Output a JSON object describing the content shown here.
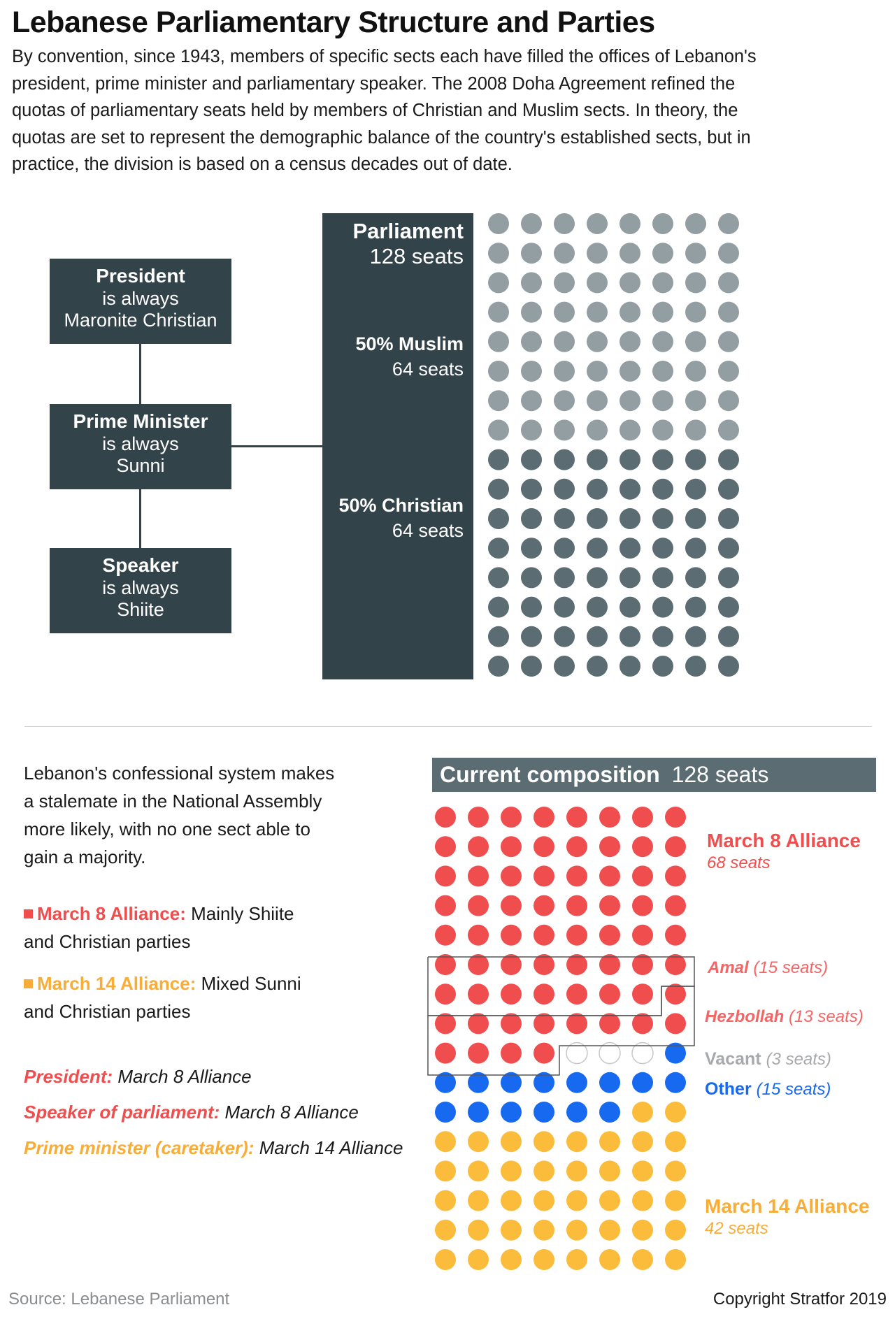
{
  "title": "Lebanese Parliamentary Structure and Parties",
  "intro_lines": [
    "By convention, since 1943, members of specific sects each have filled the offices of Lebanon's",
    "president, prime minister and parliamentary speaker. The 2008 Doha Agreement refined the",
    "quotas of parliamentary seats held by members of Christian and Muslim sects. In theory, the",
    "quotas are set to represent the demographic balance of the country's established sects, but in",
    "practice, the division is based on a census decades out of date."
  ],
  "offices": [
    {
      "title": "President",
      "line1": "is always",
      "line2": "Maronite Christian"
    },
    {
      "title": "Prime Minister",
      "line1": "is always",
      "line2": "Sunni"
    },
    {
      "title": "Speaker",
      "line1": "is always",
      "line2": "Shiite"
    }
  ],
  "parliament": {
    "title": "Parliament",
    "seats": "128 seats",
    "muslim_label": "50% Muslim",
    "muslim_seats": "64 seats",
    "christian_label": "50% Christian",
    "christian_seats": "64 seats",
    "muslim_count": 64,
    "christian_count": 64,
    "colors": {
      "muslim": "#939ea3",
      "christian": "#5b6c72"
    }
  },
  "description_lines": [
    "Lebanon's confessional system makes",
    "a stalemate in the National Assembly",
    "more likely, with no one sect able to",
    "gain a majority."
  ],
  "legend": {
    "m8_name": "March 8 Alliance:",
    "m8_desc1": "Mainly Shiite",
    "m8_desc2": "and Christian parties",
    "m14_name": "March 14 Alliance:",
    "m14_desc1": "Mixed Sunni",
    "m14_desc2": "and Christian parties"
  },
  "positions": {
    "president_label": "President:",
    "president_value": "March 8 Alliance",
    "speaker_label": "Speaker of parliament:",
    "speaker_value": "March 8 Alliance",
    "pm_label": "Prime minister (caretaker):",
    "pm_value": "March 14 Alliance"
  },
  "composition": {
    "title": "Current composition",
    "seats": "128 seats",
    "m8_name": "March 8 Alliance",
    "m8_seats": "68 seats",
    "amal_name": "Amal",
    "amal_seats": "(15 seats)",
    "hezbollah_name": "Hezbollah",
    "hezbollah_seats": "(13 seats)",
    "vacant_name": "Vacant",
    "vacant_seats": "(3 seats)",
    "other_name": "Other",
    "other_seats": "(15 seats)",
    "m14_name": "March 14 Alliance",
    "m14_seats": "42 seats",
    "counts": {
      "march8": 68,
      "vacant": 3,
      "other": 15,
      "march14": 42
    },
    "colors": {
      "march8": "#f04e4e",
      "other": "#1769f0",
      "march14": "#fbbc3c",
      "vacant": "#ffffff"
    }
  },
  "source": "Source: Lebanese Parliament",
  "copyright": "Copyright Stratfor 2019"
}
